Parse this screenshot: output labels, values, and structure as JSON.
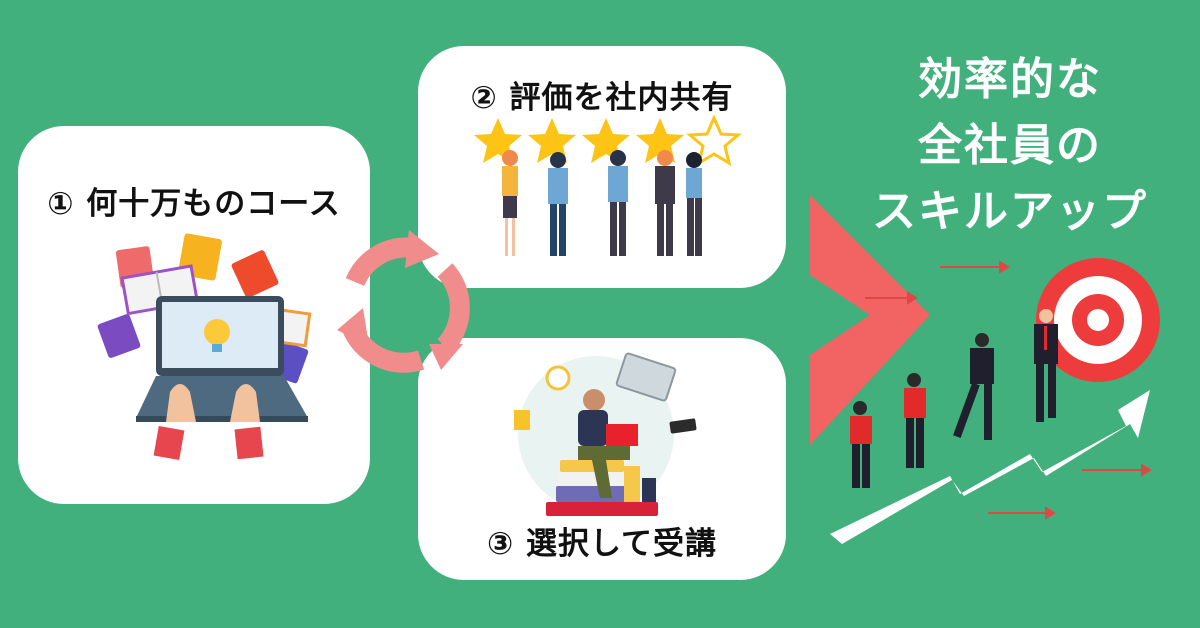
{
  "colors": {
    "background": "#42b07d",
    "card": "#ffffff",
    "cycle_arrows": "#f08c8c",
    "chevron": "#f26363",
    "target_red": "#ee3b3b",
    "star": "#fdc415",
    "title_text": "#111111",
    "headline_text": "#ffffff"
  },
  "steps": [
    {
      "number": "①",
      "label": "何十万ものコース",
      "title": "① 何十万ものコース",
      "illustration": "laptop-with-books-and-lightbulb"
    },
    {
      "number": "②",
      "label": "評価を社内共有",
      "title": "② 評価を社内共有",
      "illustration": "team-with-star-rating",
      "rating": {
        "filled": 4,
        "total": 5
      }
    },
    {
      "number": "③",
      "label": "選択して受講",
      "title": "③ 選択して受講",
      "illustration": "person-studying-on-books"
    }
  ],
  "headline": {
    "lines": [
      "効率的な",
      "全社員の",
      "スキルアップ"
    ]
  },
  "right_illustration": "team-climbing-arrow-to-target",
  "cycle_icon": "cycle-arrows-icon"
}
